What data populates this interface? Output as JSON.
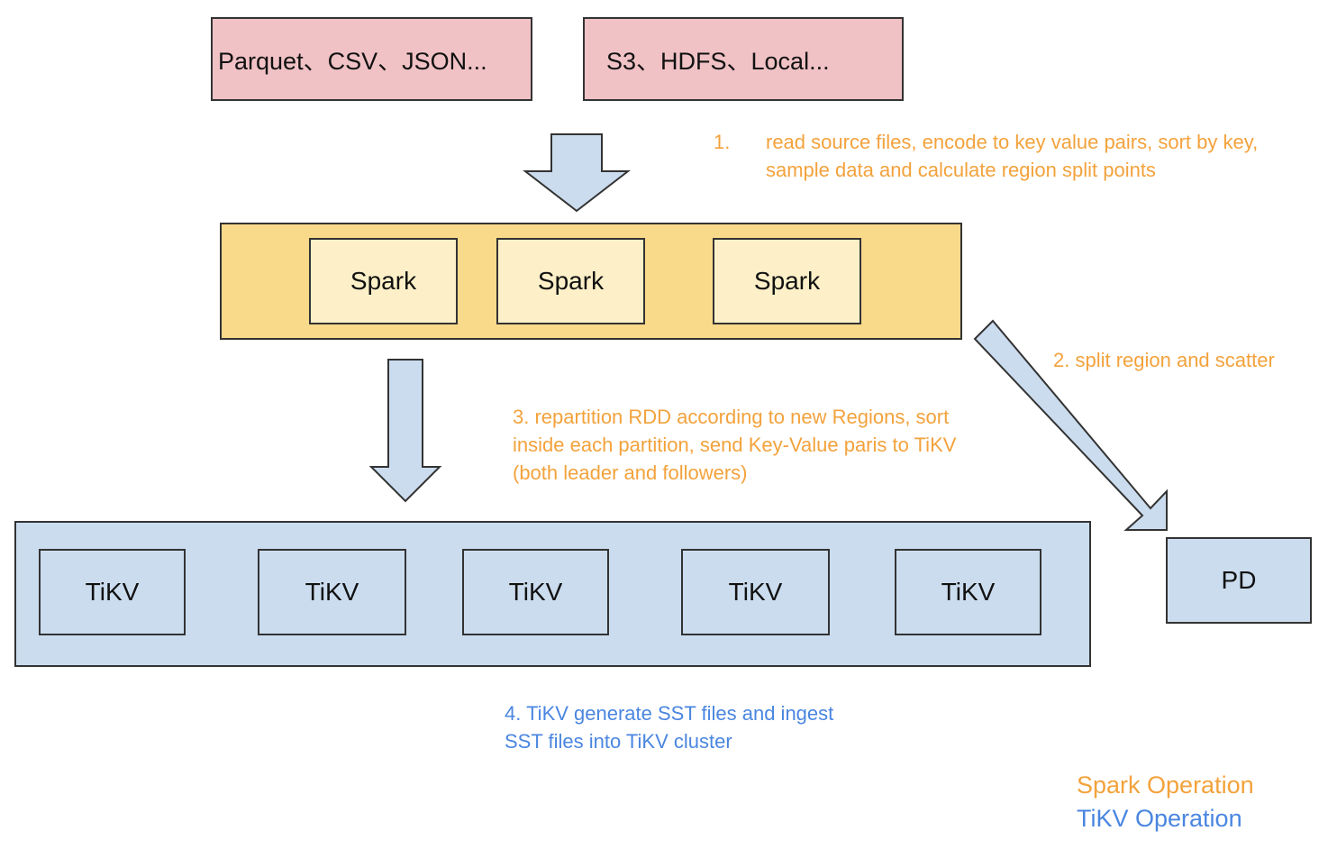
{
  "sources": {
    "formats": "Parquet、CSV、JSON...",
    "storages": "S3、HDFS、Local..."
  },
  "spark_nodes": [
    "Spark",
    "Spark",
    "Spark"
  ],
  "tikv_nodes": [
    "TiKV",
    "TiKV",
    "TiKV",
    "TiKV",
    "TiKV"
  ],
  "pd": "PD",
  "steps": {
    "step1_number": "1.",
    "step1_text": "read source files, encode to key value pairs, sort by key, sample data and calculate region split points",
    "step2": "2. split region and scatter",
    "step3": "3. repartition RDD according to new Regions, sort inside each partition, send Key-Value paris to TiKV (both leader and followers)",
    "step4": "4. TiKV generate SST files and ingest SST files into TiKV cluster"
  },
  "legend": {
    "spark": "Spark Operation",
    "tikv": "TiKV Operation"
  },
  "colors": {
    "source_fill": "#f0c2c5",
    "spark_container": "#f9d98a",
    "spark_node": "#fdf0c8",
    "tikv_fill": "#cbdcee",
    "arrow_fill": "#cbdcee",
    "spark_operation": "#f3a23c",
    "tikv_operation": "#4a86e0"
  }
}
